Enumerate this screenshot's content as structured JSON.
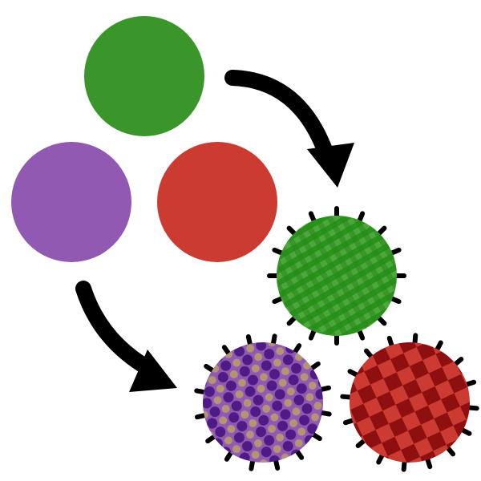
{
  "colors": {
    "background": "#ffffff",
    "green": "#3a962a",
    "purple": "#9159b1",
    "red": "#cb3b31",
    "green_light": "#4ca83a",
    "green_dark": "#1f8a12",
    "purple_dot_dark": "#4e1a86",
    "purple_dot_tan": "#b39474",
    "red_dark": "#8e0f0f",
    "spike": "#000000",
    "arrow": "#000000"
  },
  "icons": {
    "source_circles": [
      "green-circle",
      "purple-circle",
      "red-circle"
    ],
    "transformed_circles": [
      "green-plaid-circle",
      "purple-dotted-circle",
      "red-checkered-circle"
    ],
    "arrows": [
      "curved-arrow-right",
      "curved-arrow-down"
    ]
  }
}
